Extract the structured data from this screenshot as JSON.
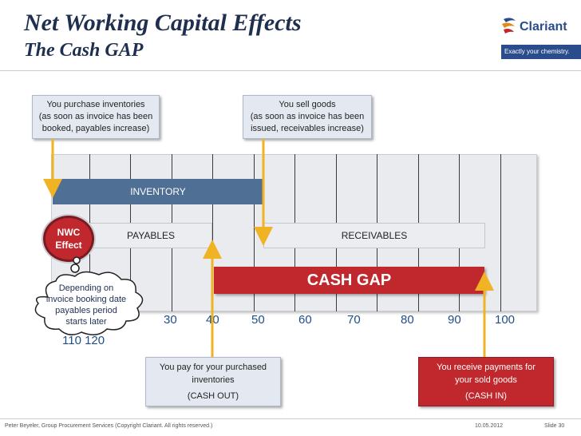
{
  "header": {
    "title": "Net Working Capital Effects",
    "subtitle": "The Cash GAP"
  },
  "logo": {
    "name": "Clariant",
    "tagline": "Exactly your chemistry."
  },
  "callouts": {
    "purchase": {
      "line1": "You purchase inventories",
      "line2": "(as soon as invoice has been",
      "line3": "booked, payables increase)"
    },
    "sell": {
      "line1": "You sell goods",
      "line2": "(as soon as invoice has been",
      "line3": "issued, receivables increase)"
    }
  },
  "bars": {
    "inventory": "INVENTORY",
    "payables": "PAYABLES",
    "receivables": "RECEIVABLES",
    "cash_gap": "CASH GAP"
  },
  "nwc": {
    "line1": "NWC",
    "line2": "Effect"
  },
  "cloud": {
    "line1": "Depending on",
    "line2": "invoice booking date",
    "line3": "payables period",
    "line4": "starts later"
  },
  "axis": {
    "ticks": [
      "30",
      "40",
      "50",
      "60",
      "70",
      "80",
      "90",
      "100"
    ],
    "behind_cloud": "110  120"
  },
  "cash_out": {
    "line1": "You pay for your purchased",
    "line2": "inventories",
    "line3": "(CASH OUT)"
  },
  "cash_in": {
    "line1": "You receive payments for",
    "line2": "your sold goods",
    "line3": "(CASH IN)"
  },
  "footer": {
    "left": "Peter Beyeler, Group Procurement Services (Copyright Clariant. All rights reserved.)",
    "date": "10.05.2012",
    "slide": "Slide 30"
  },
  "colors": {
    "title": "#1f2f4f",
    "inventory": "#4f6f94",
    "cash_gap": "#c1282d",
    "arrow": "#f0b323",
    "axis_numbers": "#1f4e87"
  }
}
